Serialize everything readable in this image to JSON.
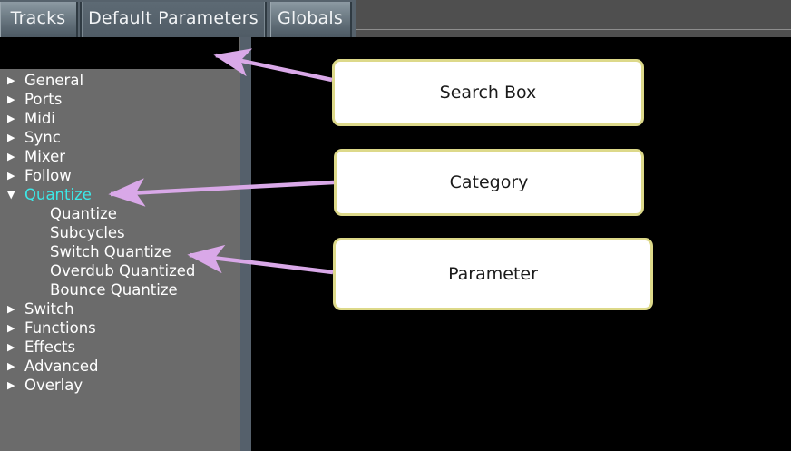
{
  "window": {
    "title": "Default Parameters"
  },
  "tabs": [
    {
      "label": "Tracks",
      "active": false
    },
    {
      "label": "Default Parameters",
      "active": true
    },
    {
      "label": "Globals",
      "active": false
    }
  ],
  "search": {
    "value": "",
    "placeholder": ""
  },
  "tree": [
    {
      "label": "General",
      "level": 0,
      "expanded": false,
      "selected": false,
      "twisty": "▶"
    },
    {
      "label": "Ports",
      "level": 0,
      "expanded": false,
      "selected": false,
      "twisty": "▶"
    },
    {
      "label": "Midi",
      "level": 0,
      "expanded": false,
      "selected": false,
      "twisty": "▶"
    },
    {
      "label": "Sync",
      "level": 0,
      "expanded": false,
      "selected": false,
      "twisty": "▶"
    },
    {
      "label": "Mixer",
      "level": 0,
      "expanded": false,
      "selected": false,
      "twisty": "▶"
    },
    {
      "label": "Follow",
      "level": 0,
      "expanded": false,
      "selected": false,
      "twisty": "▶"
    },
    {
      "label": "Quantize",
      "level": 0,
      "expanded": true,
      "selected": true,
      "twisty": "▼"
    },
    {
      "label": "Quantize",
      "level": 1,
      "expanded": false,
      "selected": false,
      "twisty": ""
    },
    {
      "label": "Subcycles",
      "level": 1,
      "expanded": false,
      "selected": false,
      "twisty": ""
    },
    {
      "label": "Switch Quantize",
      "level": 1,
      "expanded": false,
      "selected": false,
      "twisty": ""
    },
    {
      "label": "Overdub Quantized",
      "level": 1,
      "expanded": false,
      "selected": false,
      "twisty": ""
    },
    {
      "label": "Bounce Quantize",
      "level": 1,
      "expanded": false,
      "selected": false,
      "twisty": ""
    },
    {
      "label": "Switch",
      "level": 0,
      "expanded": false,
      "selected": false,
      "twisty": "▶"
    },
    {
      "label": "Functions",
      "level": 0,
      "expanded": false,
      "selected": false,
      "twisty": "▶"
    },
    {
      "label": "Effects",
      "level": 0,
      "expanded": false,
      "selected": false,
      "twisty": "▶"
    },
    {
      "label": "Advanced",
      "level": 0,
      "expanded": false,
      "selected": false,
      "twisty": "▶"
    },
    {
      "label": "Overlay",
      "level": 0,
      "expanded": false,
      "selected": false,
      "twisty": "▶"
    }
  ],
  "callouts": [
    {
      "label": "Search Box",
      "target": "search-input"
    },
    {
      "label": "Category",
      "target": "tree-row-quantize"
    },
    {
      "label": "Parameter",
      "target": "tree-row-switch-quantize"
    }
  ],
  "colors": {
    "accent_selected": "#3ce8e8",
    "callout_border": "#ddd98a",
    "callout_fill": "#ffffff",
    "arrow": "#d9a8e8",
    "sidebar_bg": "#6b6b6b",
    "panel_bg": "#000000",
    "tabbar_bg": "#56626c",
    "divider": "#55606b"
  }
}
